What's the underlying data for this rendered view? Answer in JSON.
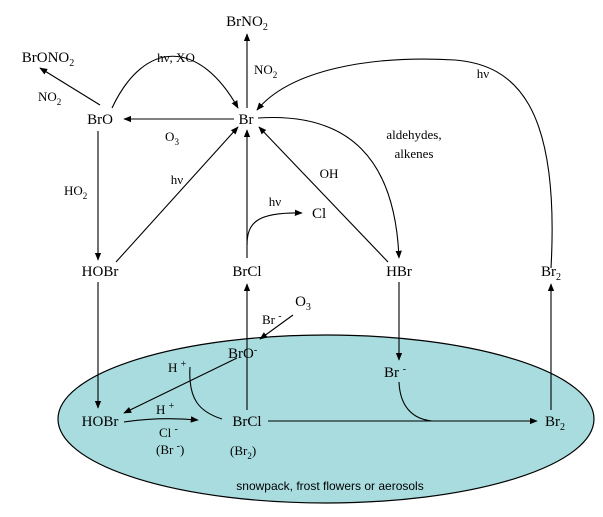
{
  "colors": {
    "ellipse_fill": "#a8dcdf",
    "ellipse_stroke": "#000000",
    "line": "#000000",
    "background": "#ffffff"
  },
  "species": {
    "brno2": "BrNO2",
    "brono2": "BrONO2",
    "bro": "BrO",
    "br": "Br",
    "hobr": "HOBr",
    "brcl": "BrCl",
    "hbr": "HBr",
    "br2": "Br2",
    "cl": "Cl",
    "o3_gas": "O3",
    "br_minus_top": "Br -",
    "bro_minus": "BrO-",
    "br_minus_mid": "Br -",
    "hobr_aq": "HOBr",
    "brcl_aq": "BrCl",
    "br2_aq": "Br2"
  },
  "labels": {
    "no2_left": "NO2",
    "hv_xo": "hν, XO",
    "no2_top": "NO2",
    "hv_right": "hν",
    "o3": "O3",
    "aldehydes": "aldehydes,",
    "alkenes": "alkenes",
    "ho2": "HO2",
    "hv_left": "hν",
    "oh": "OH",
    "hv_cl": "hν",
    "h_plus_top": "H +",
    "h_plus_bottom": "H +",
    "cl_minus": "Cl -",
    "br_minus_paren": "(Br -)",
    "br2_paren": "(Br2)"
  },
  "caption": "snowpack, frost flowers or aerosols"
}
